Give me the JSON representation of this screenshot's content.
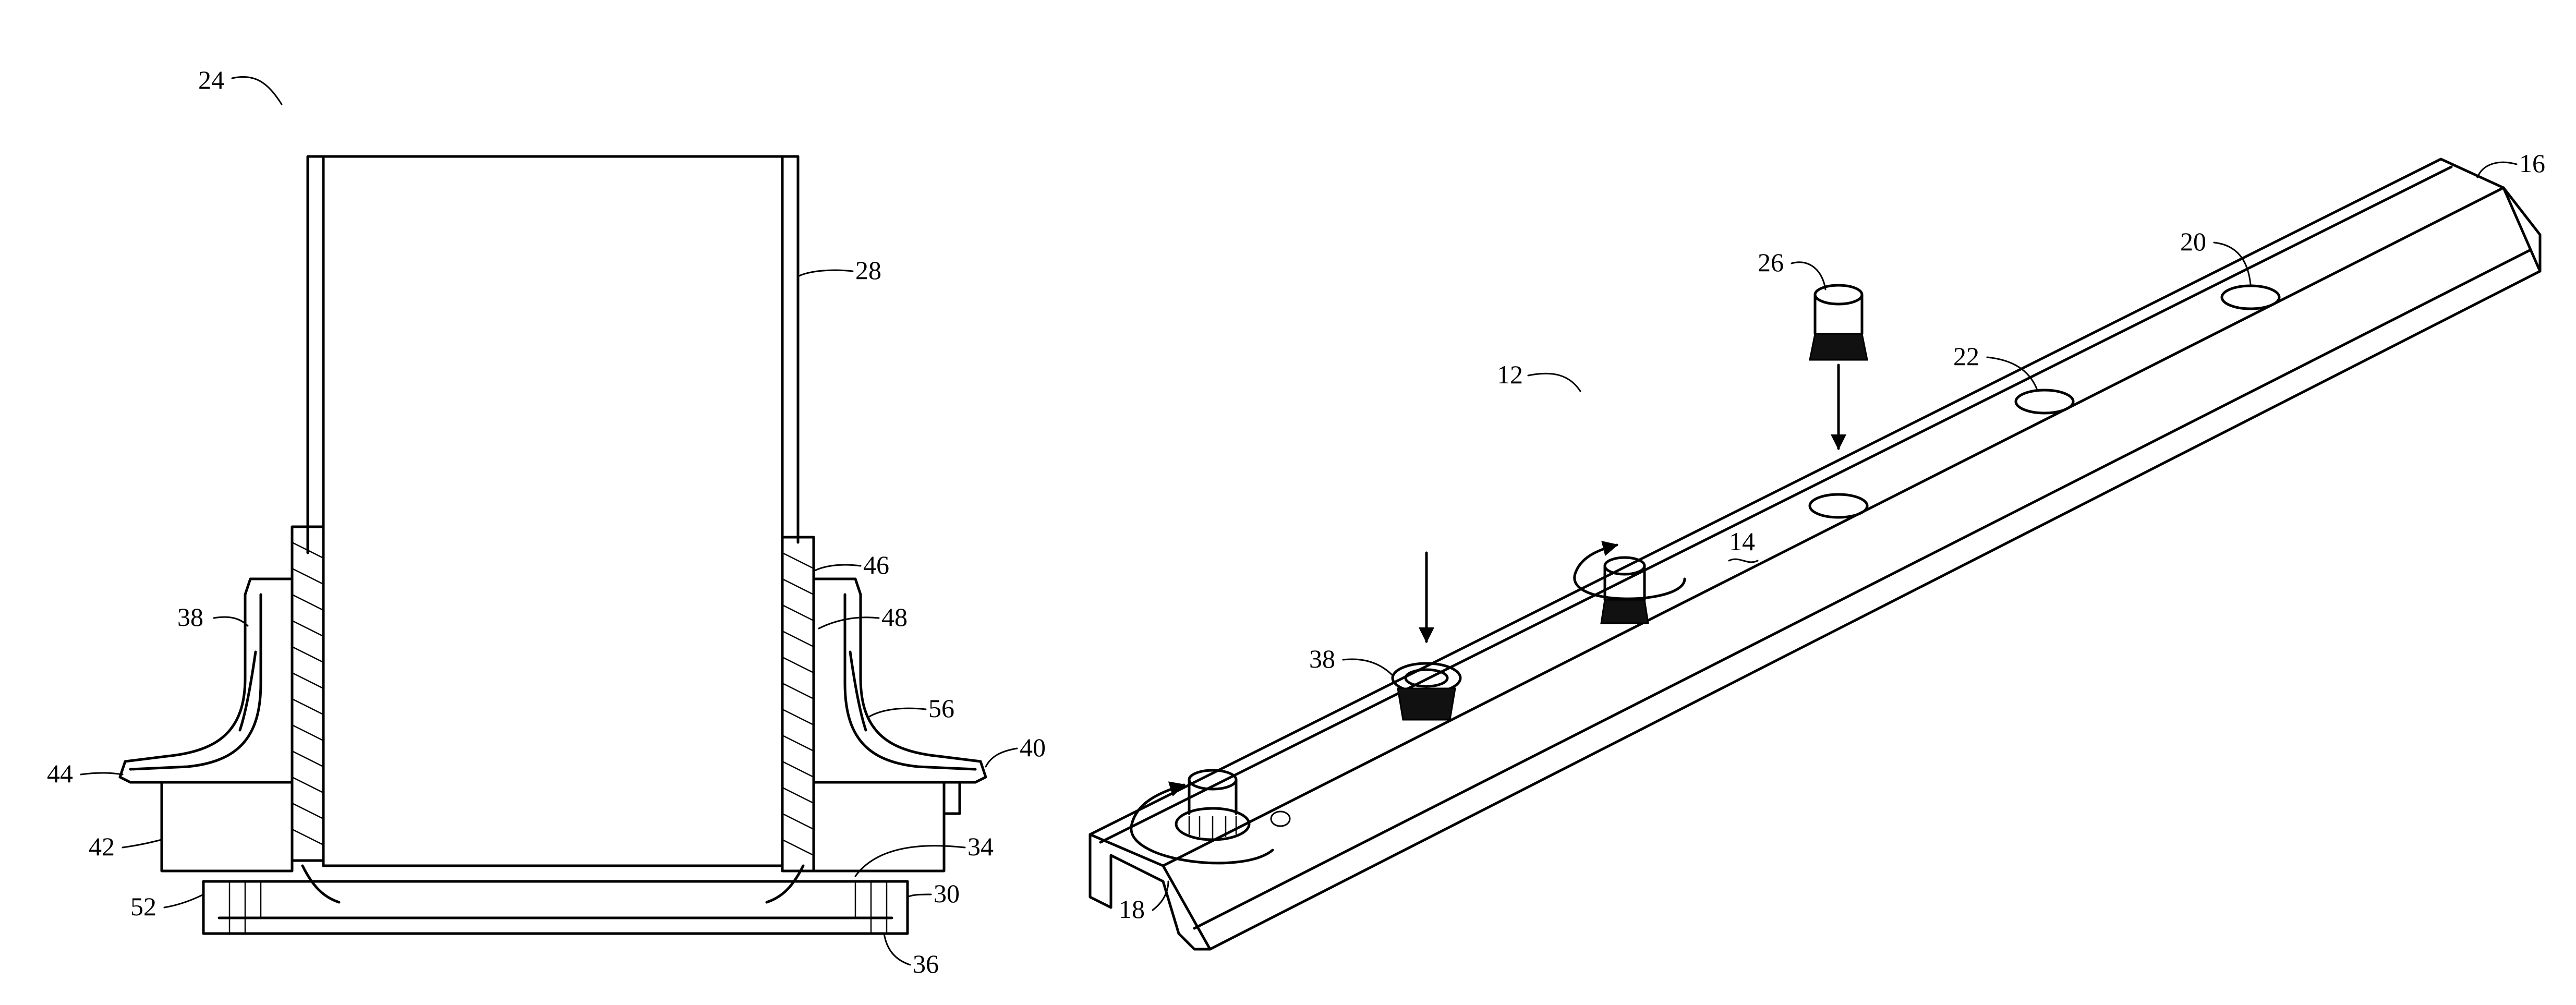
{
  "figure_left": {
    "ref": "24",
    "labels": {
      "flange_lip": "28",
      "ring_46": "46",
      "ring_48": "48",
      "collar": "38",
      "rib": "56",
      "arm_right": "40",
      "arm_left": "44",
      "body_42": "42",
      "tab_34": "34",
      "tab_30": "30",
      "base_52": "52",
      "base_36": "36"
    }
  },
  "figure_right": {
    "ref": "12",
    "labels": {
      "channel_end": "16",
      "hole_20": "20",
      "hole_22": "22",
      "fastener": "26",
      "surface": "14",
      "collar": "38",
      "channel_lip": "18"
    }
  }
}
